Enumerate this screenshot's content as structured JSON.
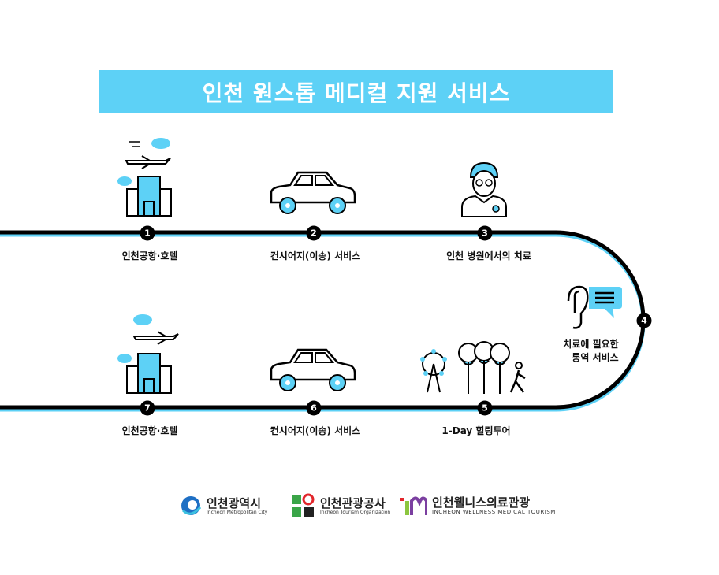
{
  "title": "인천 원스톱 메디컬 지원 서비스",
  "steps": [
    {
      "num": "1",
      "label": "인천공항·호텔",
      "icon": "airport-hotel-icon"
    },
    {
      "num": "2",
      "label": "컨시어지(이송) 서비스",
      "icon": "car-icon"
    },
    {
      "num": "3",
      "label": "인천 병원에서의 치료",
      "icon": "doctor-icon"
    },
    {
      "num": "4",
      "label_line1": "치료에 필요한",
      "label_line2": "통역 서비스",
      "icon": "ear-speech-icon"
    },
    {
      "num": "5",
      "label": "1-Day 힐링투어",
      "icon": "healing-tour-icon"
    },
    {
      "num": "6",
      "label": "컨시어지(이송) 서비스",
      "icon": "car-icon"
    },
    {
      "num": "7",
      "label": "인천공항·호텔",
      "icon": "airport-hotel-icon"
    }
  ],
  "logos": [
    {
      "name": "인천광역시",
      "sub": "Incheon Metropolitan City"
    },
    {
      "name": "인천관광공사",
      "sub": "Incheon Tourism Organization"
    },
    {
      "name": "인천웰니스의료관광",
      "sub": "INCHEON WELLNESS MEDICAL TOURISM"
    }
  ],
  "colors": {
    "accent": "#5dd1f6",
    "line": "#000000"
  }
}
